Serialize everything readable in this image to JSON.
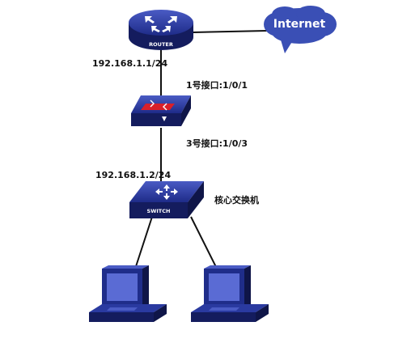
{
  "nodes": {
    "router": {
      "device_text": "ROUTER",
      "icon": "router-icon"
    },
    "internet": {
      "label": "Internet",
      "icon": "cloud-icon"
    },
    "firewall": {
      "icon": "firewall-icon"
    },
    "switch": {
      "device_text": "SWITCH",
      "label": "核心交换机",
      "icon": "switch-icon"
    },
    "pc_left": {
      "icon": "computer-icon"
    },
    "pc_right": {
      "icon": "computer-icon"
    }
  },
  "labels": {
    "router_ip": "192.168.1.1/24",
    "firewall_port_top": "1号接口:1/0/1",
    "firewall_port_bottom": "3号接口:1/0/3",
    "switch_ip": "192.168.1.2/24"
  },
  "colors": {
    "device_blue": "#1f2d8a",
    "device_dark": "#141c5e",
    "cloud_blue": "#3a4fb5",
    "firewall_red": "#d9202a",
    "line": "#111111"
  }
}
